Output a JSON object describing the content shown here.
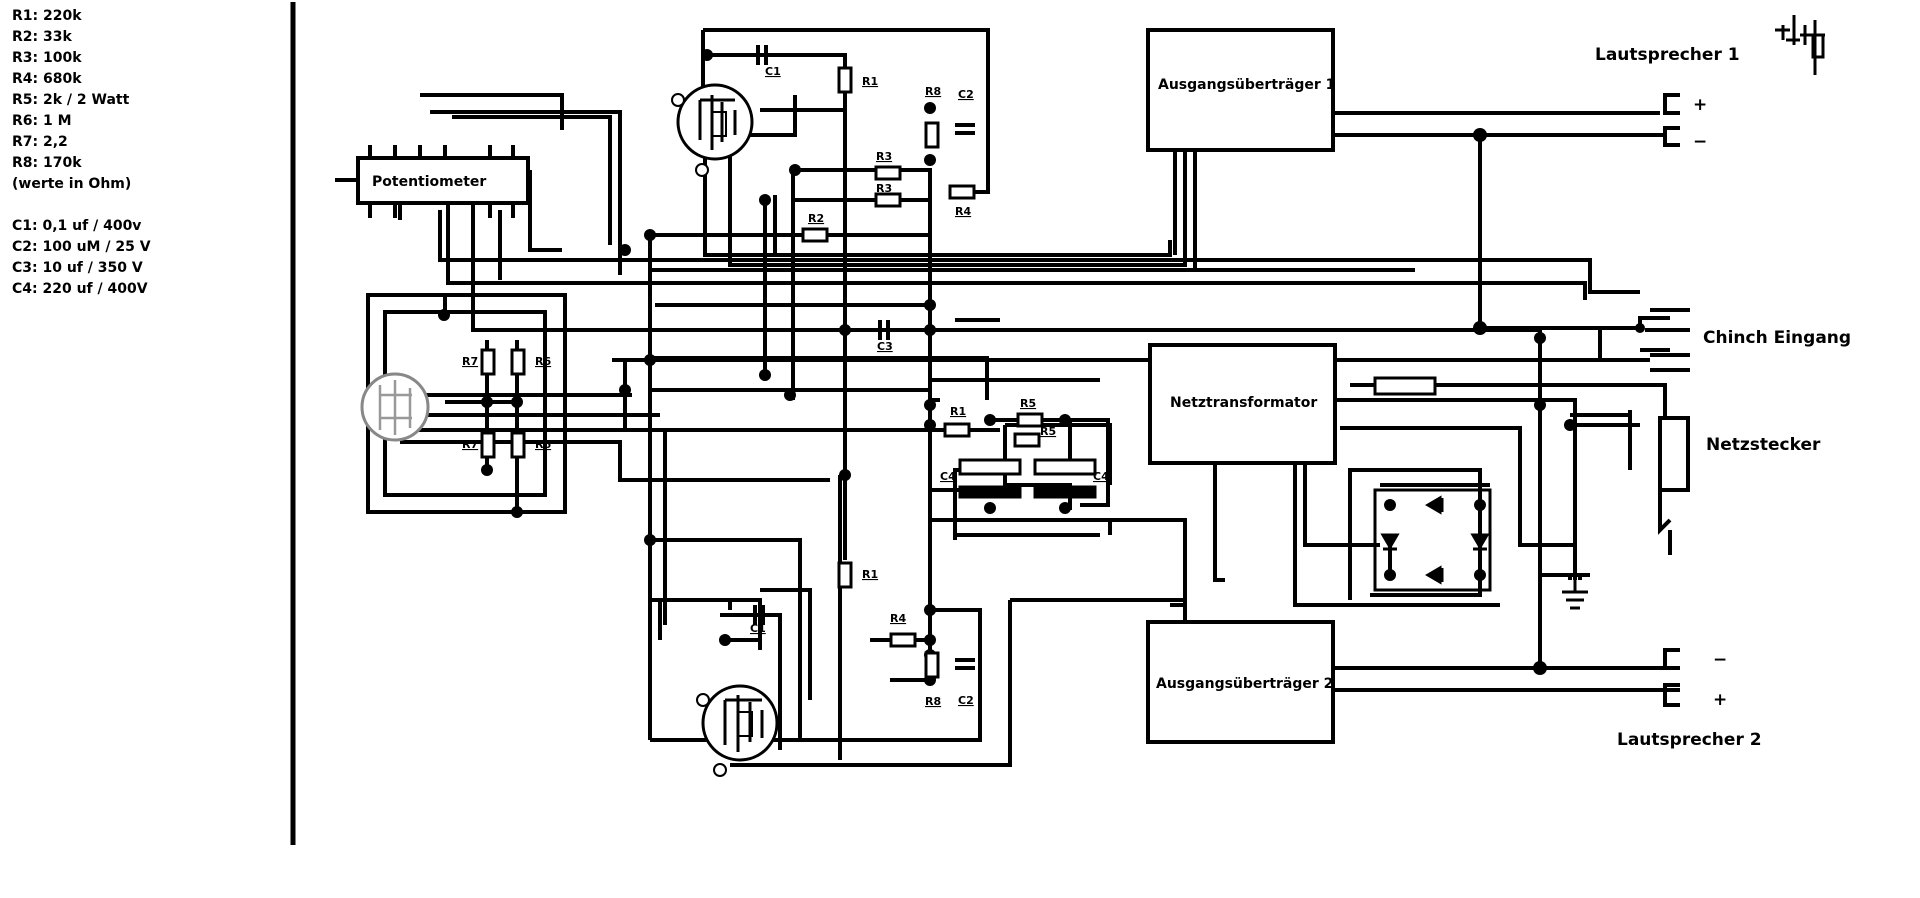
{
  "legend": {
    "resistors": [
      "R1: 220k",
      "R2: 33k",
      "R3: 100k",
      "R4: 680k",
      "R5: 2k / 2 Watt",
      "R6: 1 M",
      "R7: 2,2",
      "R8: 170k",
      "(werte in Ohm)"
    ],
    "capacitors": [
      "C1: 0,1 uf / 400v",
      "C2: 100 uM / 25 V",
      "C3: 10 uf / 350 V",
      "C4: 220 uf / 400V"
    ]
  },
  "blocks": {
    "potentiometer": "Potentiometer",
    "output_transformer_1": "Ausgangsüberträger 1",
    "output_transformer_2": "Ausgangsüberträger 2",
    "mains_transformer": "Netztransformator"
  },
  "labels": {
    "speaker_1": "Lautsprecher 1",
    "speaker_2": "Lautsprecher 2",
    "cinch_input": "Chinch Eingang",
    "mains_plug": "Netzstecker",
    "plus": "+",
    "minus": "−"
  },
  "parts": {
    "c1": "C1",
    "c2": "C2",
    "c3": "C3",
    "c4": "C4",
    "r1": "R1",
    "r2": "R2",
    "r3": "R3",
    "r4": "R4",
    "r5": "R5",
    "r6": "R6",
    "r7": "R7",
    "r8": "R8"
  }
}
